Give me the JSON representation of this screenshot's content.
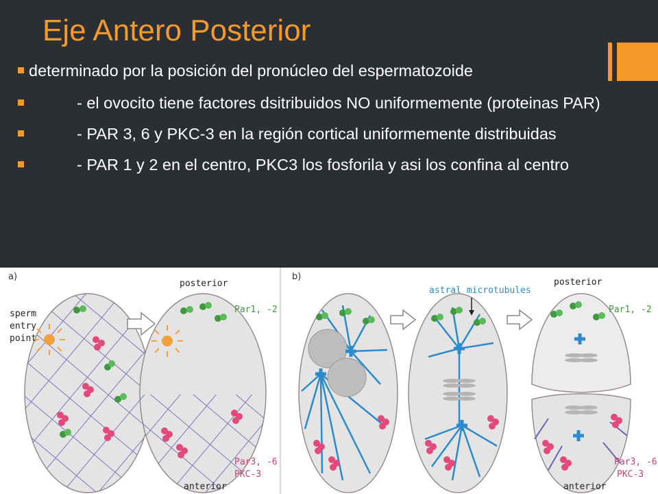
{
  "title": "Eje Antero Posterior",
  "bullets": [
    {
      "text": "determinado por la posición del pronúcleo del espermatozoide",
      "indented": false
    },
    {
      "text": "- el ovocito tiene factores dsitribuidos NO  uniformemente (proteinas PAR)",
      "indented": true
    },
    {
      "text": "- PAR 3, 6 y PKC-3 en la región cortical uniformemente distribuidas",
      "indented": true
    },
    {
      "text": "- PAR 1 y 2 en el centro, PKC3 los fosforila y asi los confina al centro",
      "indented": true
    }
  ],
  "figure": {
    "panel_a": {
      "label": "a)",
      "sperm_label_lines": [
        "sperm",
        "entry",
        "point"
      ],
      "posterior": "posterior",
      "anterior": "anterior",
      "par1": "Par1, -2",
      "par3": "Par3, -6",
      "pkc3": "PKC-3"
    },
    "panel_b": {
      "label": "b)",
      "astral": "astral microtubules",
      "posterior": "posterior",
      "anterior": "anterior",
      "par1": "Par1, -2",
      "par3": "Par3, -6",
      "pkc3": "PKC-3"
    },
    "colors": {
      "accent": "#f39a2a",
      "background": "#2b2f33",
      "green_label": "#3a9a3a",
      "pink_label": "#d23a78",
      "blue_label": "#2a8acb"
    }
  }
}
